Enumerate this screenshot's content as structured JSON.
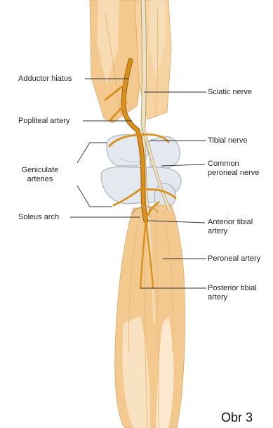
{
  "colors": {
    "muscle": "#f4c98f",
    "muscle_light": "#f9e2c2",
    "bone": "#e4e9ef",
    "bone_edge": "#aab4c0",
    "artery": "#d9901e",
    "artery_edge": "#9a6010",
    "nerve": "#efe3c6",
    "nerve_edge": "#b59c6a",
    "leader": "#333333"
  },
  "labels": {
    "adductor_hiatus": "Adductor hiatus",
    "popliteal_artery": "Popliteal artery",
    "geniculate_1": "Geniculate",
    "geniculate_2": "arteries",
    "soleus_arch": "Soleus arch",
    "sciatic_nerve": "Sciatic nerve",
    "tibial_nerve": "Tibial nerve",
    "common_peroneal_1": "Common",
    "common_peroneal_2": "peroneal nerve",
    "anterior_tibial_1": "Anterior tibial",
    "anterior_tibial_2": "artery",
    "peroneal_artery": "Peroneal artery",
    "posterior_tibial_1": "Posterior tibial",
    "posterior_tibial_2": "artery"
  },
  "figure_number": "Obr 3"
}
